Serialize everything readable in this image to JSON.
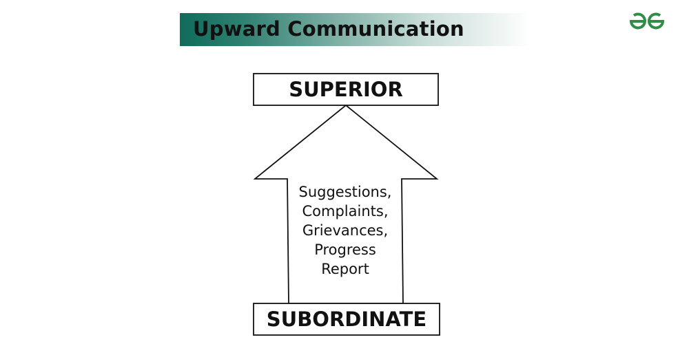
{
  "title": "Upward Communication",
  "logo": {
    "icon": "geeksforgeeks-logo-icon",
    "color": "#2f8d46"
  },
  "colors": {
    "title_band": "#0f6b5a",
    "stroke": "#111111",
    "background": "#ffffff"
  },
  "diagram": {
    "top_box": "SUPERIOR",
    "bottom_box": "SUBORDINATE",
    "arrow_direction": "up",
    "arrow_lines": [
      "Suggestions,",
      "Complaints,",
      "Grievances,",
      "Progress",
      "Report"
    ]
  }
}
